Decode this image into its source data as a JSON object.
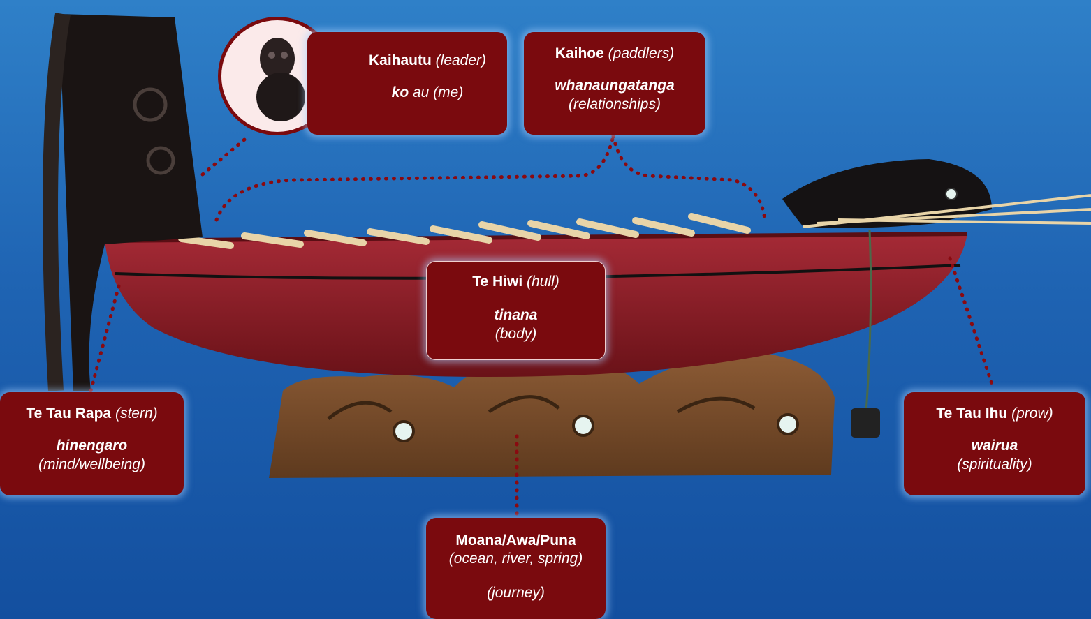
{
  "labels": {
    "kaihautu": {
      "title": "Kaihautu",
      "title_en": "(leader)",
      "maori": "ko",
      "rest": " au (me)"
    },
    "kaihoe": {
      "title": "Kaihoe",
      "title_en": "(paddlers)",
      "maori": "whanaungatanga",
      "meaning": "(relationships)"
    },
    "hiwi": {
      "title": "Te Hiwi",
      "title_en": "(hull)",
      "maori": "tinana",
      "meaning": "(body)"
    },
    "rapa": {
      "title": "Te Tau Rapa",
      "title_en": "(stern)",
      "maori": "hinengaro",
      "meaning": "(mind/wellbeing)"
    },
    "ihu": {
      "title": "Te Tau Ihu",
      "title_en": "(prow)",
      "maori": "wairua",
      "meaning": "(spirituality)"
    },
    "moana": {
      "title": "Moana/Awa/Puna",
      "meaning": "(ocean, river, spring)",
      "meaning2": "(journey)"
    }
  },
  "colors": {
    "label_bg": "#7a0a0e",
    "hull": "#8e1d28",
    "stand": "#7a5030",
    "dots": "#8a0a10"
  }
}
